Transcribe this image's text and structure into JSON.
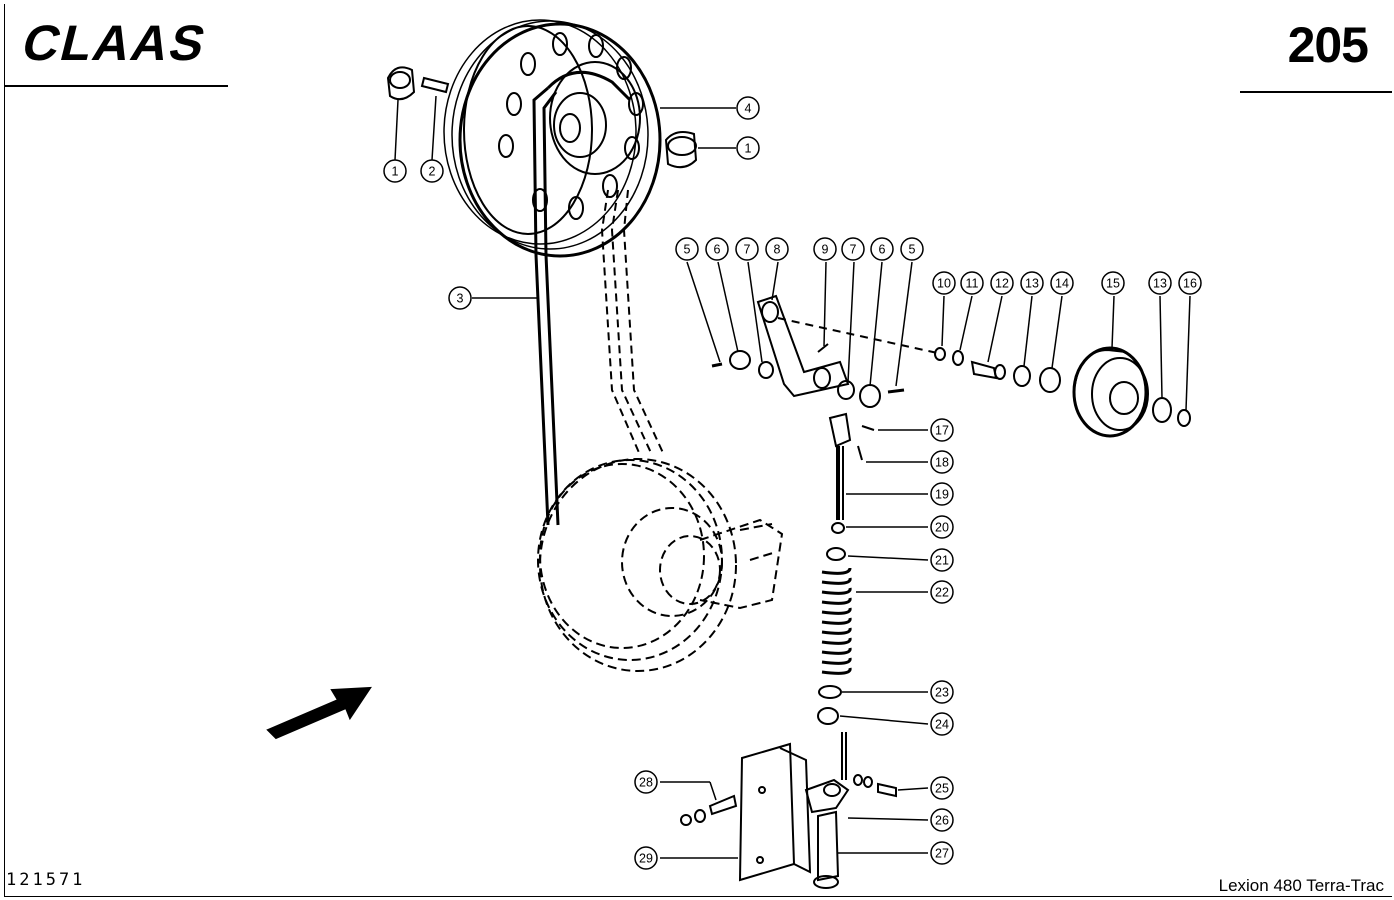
{
  "header": {
    "brand": "CLAAS",
    "page_number": "205"
  },
  "footer": {
    "drawing_id": "121571",
    "model": "Lexion 480 Terra-Trac"
  },
  "callouts": [
    "1",
    "2",
    "4",
    "1",
    "3",
    "5",
    "6",
    "7",
    "8",
    "9",
    "7",
    "6",
    "5",
    "10",
    "11",
    "12",
    "13",
    "14",
    "15",
    "13",
    "16",
    "17",
    "18",
    "19",
    "20",
    "21",
    "22",
    "23",
    "24",
    "25",
    "26",
    "27",
    "28",
    "29"
  ]
}
